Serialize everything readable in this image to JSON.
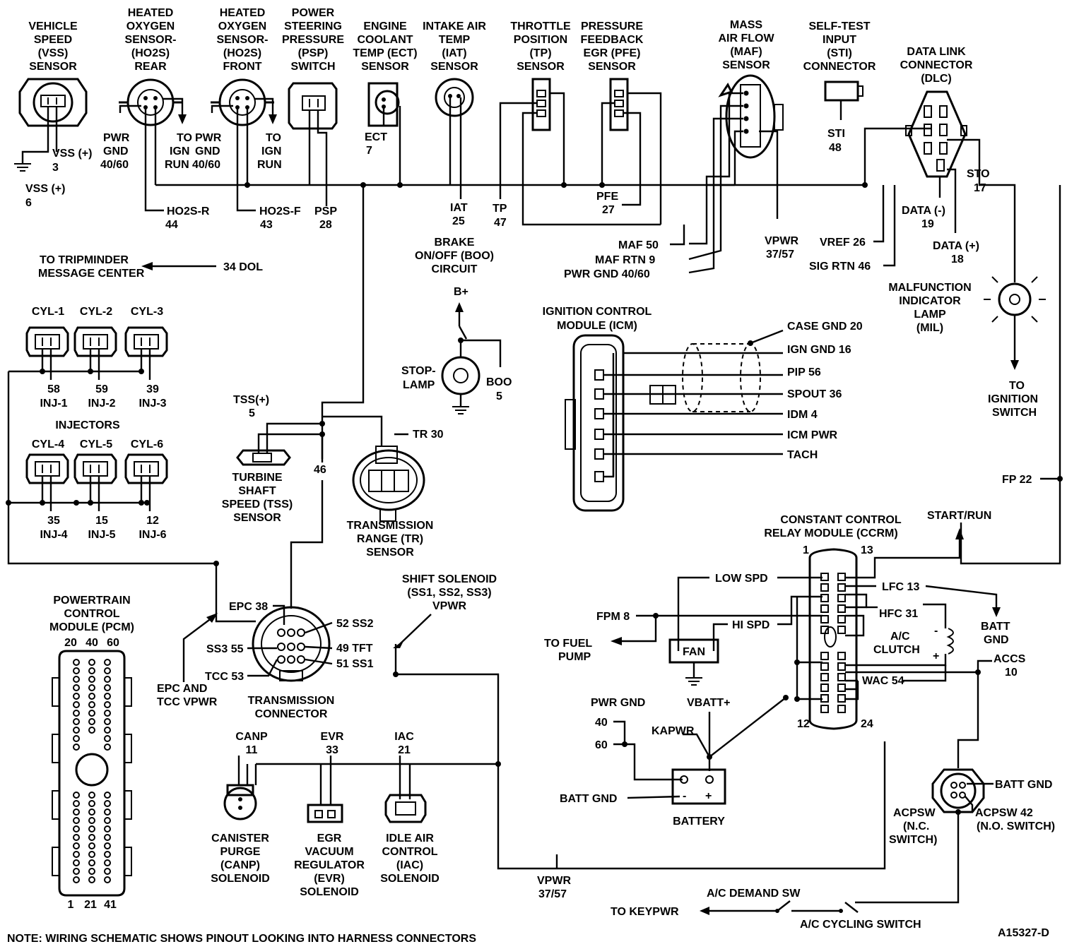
{
  "sensors_top": {
    "vss": {
      "title": [
        "VEHICLE",
        "SPEED",
        "(VSS)",
        "SENSOR"
      ],
      "pin_a": [
        "VSS (+)",
        "3"
      ],
      "pin_b": [
        "VSS (+)",
        "6"
      ]
    },
    "ho2s_rear": {
      "title": [
        "HEATED",
        "OXYGEN",
        "SENSOR-",
        "(HO2S)",
        "REAR"
      ],
      "pwr": [
        "PWR",
        "GND",
        "40/60"
      ],
      "ign": [
        "TO",
        "IGN",
        "RUN"
      ],
      "sig": [
        "HO2S-R",
        "44"
      ]
    },
    "ho2s_front": {
      "title": [
        "HEATED",
        "OXYGEN",
        "SENSOR-",
        "(HO2S)",
        "FRONT"
      ],
      "pwr": [
        "PWR",
        "GND",
        "40/60"
      ],
      "ign": [
        "TO",
        "IGN",
        "RUN"
      ],
      "sig": [
        "HO2S-F",
        "43"
      ]
    },
    "psp": {
      "title": [
        "POWER",
        "STEERING",
        "PRESSURE",
        "(PSP)",
        "SWITCH"
      ],
      "sig": [
        "PSP",
        "28"
      ]
    },
    "ect": {
      "title": [
        "ENGINE",
        "COOLANT",
        "TEMP (ECT)",
        "SENSOR"
      ],
      "sig": [
        "ECT",
        "7"
      ]
    },
    "iat": {
      "title": [
        "INTAKE AIR",
        "TEMP",
        "(IAT)",
        "SENSOR"
      ],
      "sig": [
        "IAT",
        "25"
      ]
    },
    "tp": {
      "title": [
        "THROTTLE",
        "POSITION",
        "(TP)",
        "SENSOR"
      ],
      "sig": [
        "TP",
        "47"
      ]
    },
    "pfe": {
      "title": [
        "PRESSURE",
        "FEEDBACK",
        "EGR (PFE)",
        "SENSOR"
      ],
      "sig": [
        "PFE",
        "27"
      ]
    },
    "maf": {
      "title": [
        "MASS",
        "AIR FLOW",
        "(MAF)",
        "SENSOR"
      ]
    },
    "sti": {
      "title": [
        "SELF-TEST",
        "INPUT",
        "(STI)",
        "CONNECTOR"
      ],
      "sig": [
        "STI",
        "48"
      ]
    },
    "dlc": {
      "title": [
        "DATA LINK",
        "CONNECTOR",
        "(DLC)"
      ],
      "sto": [
        "STO",
        "17"
      ],
      "data_minus": [
        "DATA (-)",
        "19"
      ],
      "data_plus": [
        "DATA (+)",
        "18"
      ]
    }
  },
  "pcm_lines": {
    "maf50": "MAF 50",
    "mafrtn": "MAF RTN 9",
    "pwrgnd": "PWR GND 40/60",
    "vpwr": [
      "VPWR",
      "37/57"
    ],
    "vref": "VREF 26",
    "sigrtn": "SIG RTN 46"
  },
  "tripminder": {
    "dest": [
      "TO TRIPMINDER",
      "MESSAGE CENTER"
    ],
    "sig": "34 DOL"
  },
  "injectors": {
    "title": "INJECTORS",
    "top": [
      {
        "name": "CYL-1",
        "pin": "58",
        "id": "INJ-1"
      },
      {
        "name": "CYL-2",
        "pin": "59",
        "id": "INJ-2"
      },
      {
        "name": "CYL-3",
        "pin": "39",
        "id": "INJ-3"
      }
    ],
    "bottom": [
      {
        "name": "CYL-4",
        "pin": "35",
        "id": "INJ-4"
      },
      {
        "name": "CYL-5",
        "pin": "15",
        "id": "INJ-5"
      },
      {
        "name": "CYL-6",
        "pin": "12",
        "id": "INJ-6"
      }
    ]
  },
  "brake": {
    "title": [
      "BRAKE",
      "ON/OFF (BOO)",
      "CIRCUIT"
    ],
    "bplus": "B+",
    "lamp": [
      "STOP-",
      "LAMP"
    ],
    "boo": [
      "BOO",
      "5"
    ]
  },
  "icm": {
    "title": [
      "IGNITION CONTROL",
      "MODULE (ICM)"
    ],
    "lines": [
      "CASE GND 20",
      "IGN GND 16",
      "PIP 56",
      "SPOUT 36",
      "IDM 4",
      "ICM PWR",
      "TACH"
    ]
  },
  "mil": {
    "title": [
      "MALFUNCTION",
      "INDICATOR",
      "LAMP",
      "(MIL)"
    ],
    "dest": [
      "TO",
      "IGNITION",
      "SWITCH"
    ],
    "fp": "FP 22"
  },
  "tss": {
    "sig": [
      "TSS(+)",
      "5"
    ],
    "title": [
      "TURBINE",
      "SHAFT",
      "SPEED (TSS)",
      "SENSOR"
    ],
    "wire": "46"
  },
  "tr": {
    "sig": "TR 30",
    "title": [
      "TRANSMISSION",
      "RANGE (TR)",
      "SENSOR"
    ]
  },
  "trans_conn": {
    "title": [
      "TRANSMISSION",
      "CONNECTOR"
    ],
    "pins": {
      "epc": "EPC 38",
      "ss3": "SS3 55",
      "tcc": "TCC 53",
      "ss2": "52 SS2",
      "tft": "49 TFT",
      "ss1": "51 SS1"
    },
    "shift": [
      "SHIFT SOLENOID",
      "(SS1, SS2, SS3)",
      "VPWR"
    ],
    "epc_tcc": [
      "EPC AND",
      "TCC VPWR"
    ]
  },
  "pcm": {
    "title": [
      "POWERTRAIN",
      "CONTROL",
      "MODULE (PCM)"
    ],
    "top_pins": [
      "20",
      "40",
      "60"
    ],
    "bottom_pins": [
      "1",
      "21",
      "41"
    ]
  },
  "solenoids": [
    {
      "sig": [
        "CANP",
        "11"
      ],
      "title": [
        "CANISTER",
        "PURGE",
        "(CANP)",
        "SOLENOID"
      ]
    },
    {
      "sig": [
        "EVR",
        "33"
      ],
      "title": [
        "EGR",
        "VACUUM",
        "REGULATOR",
        "(EVR)",
        "SOLENOID"
      ]
    },
    {
      "sig": [
        "IAC",
        "21"
      ],
      "title": [
        "IDLE AIR",
        "CONTROL",
        "(IAC)",
        "SOLENOID"
      ]
    }
  ],
  "vpwr_bottom": [
    "VPWR",
    "37/57"
  ],
  "ccrm": {
    "title": [
      "CONSTANT CONTROL",
      "RELAY MODULE (CCRM)"
    ],
    "pins": {
      "p1": "1",
      "p13": "13",
      "p12": "12",
      "p24": "24"
    },
    "lines": {
      "lowspd": "LOW SPD",
      "hispd": "HI SPD",
      "lfc": "LFC 13",
      "hfc": "HFC 31",
      "wac": "WAC 54",
      "fpm": "FPM 8",
      "startrun": "START/RUN",
      "fan": "FAN"
    },
    "fuelpump": [
      "TO FUEL",
      "PUMP"
    ],
    "battgnd": [
      "BATT",
      "GND"
    ],
    "acclutch": [
      "A/C",
      "CLUTCH"
    ],
    "accs": [
      "ACCS",
      "10"
    ]
  },
  "battery": {
    "title": "BATTERY",
    "pwrgnd": "PWR GND",
    "p40": "40",
    "p60": "60",
    "vbatt": "VBATT+",
    "kapwr": "KAPWR",
    "battgnd": "BATT GND",
    "minus": "-",
    "plus": "+"
  },
  "acpsw": {
    "battgnd": "BATT GND",
    "nc": [
      "ACPSW",
      "(N.C.",
      "SWITCH)"
    ],
    "no": [
      "ACPSW 42",
      "(N.O. SWITCH)"
    ]
  },
  "ac_bottom": {
    "demand": "A/C DEMAND SW",
    "keypwr": "TO KEYPWR",
    "cycling": "A/C CYCLING SWITCH"
  },
  "footer": {
    "note": "NOTE: WIRING SCHEMATIC SHOWS PINOUT LOOKING INTO HARNESS CONNECTORS",
    "code": "A15327-D"
  }
}
